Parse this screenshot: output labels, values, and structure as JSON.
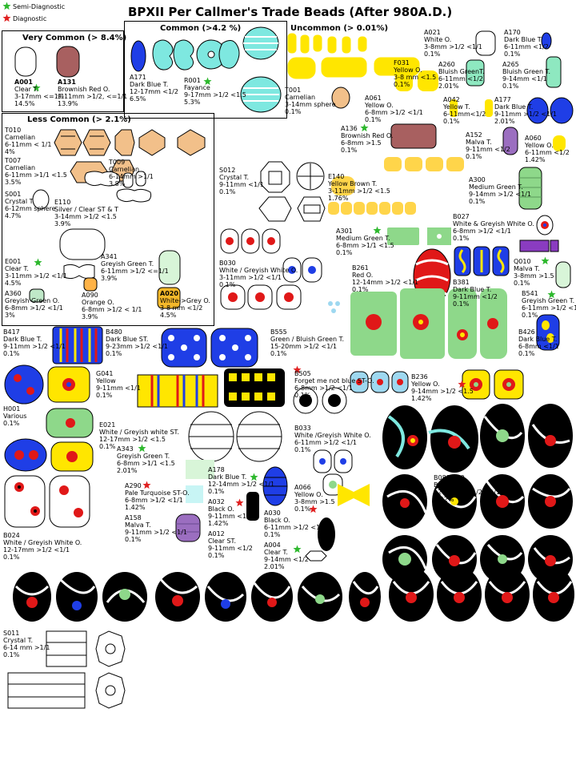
{
  "title": "BPXII Per Callmer's Trade Beads (After 980A.D.)",
  "legend": {
    "semi": "Semi-Diagnostic",
    "diag": "Diagnostic"
  },
  "colors": {
    "semi_star": "#2db82d",
    "diag_star": "#e02020",
    "carnelian": "#f2c08a",
    "dark_blue": "#1f3ee6",
    "yellow": "#ffe600",
    "green": "#8ed88a",
    "brown_red": "#a86060",
    "turquoise": "#7ee8e0",
    "red": "#e01818",
    "black": "#000000"
  },
  "sections": {
    "very_common": "Very Common (> 8.4%)",
    "common": "Common (>4.2 %)",
    "less_common": "Less Common (> 2.1%)",
    "uncommon": "Uncommon (> 0.01%)"
  },
  "beads": {
    "a001": {
      "code": "A001",
      "l1": "Clear T.",
      "l2": "3-17mm <=1/1",
      "l3": "14.5%"
    },
    "a131": {
      "code": "A131",
      "l1": "Brownish Red O.",
      "l2": "9-11mm >1/2, <=1/1",
      "l3": "13.9%"
    },
    "a171": {
      "code": "A171",
      "l1": "Dark Blue T.",
      "l2": "12-17mm <1/2",
      "l3": "6.5%"
    },
    "r001": {
      "code": "R001",
      "l1": "Fayance",
      "l2": "9-17mm >1/2 <1.5",
      "l3": "5.3%"
    },
    "t010": {
      "code": "T010",
      "l1": "Carnelian",
      "l2": "6-11mm < 1/1",
      "l3": "4%"
    },
    "t007": {
      "code": "T007",
      "l1": "Carnelian",
      "l2": "6-11mm >1/1 <1.5",
      "l3": "3.5%"
    },
    "t009": {
      "code": "T009",
      "l1": "Carnelian",
      "l2": "6-14mm >1/1",
      "l3": "3.8%"
    },
    "s001": {
      "code": "S001",
      "l1": "Crystal T.",
      "l2": "6-12mm sphere",
      "l3": "4.7%"
    },
    "e110": {
      "code": "E110",
      "l1": "Silver / Clear ST & T",
      "l2": "3-14mm >1/2 <1.5",
      "l3": "3.9%"
    },
    "e001": {
      "code": "E001",
      "l1": "Clear T.",
      "l2": "3-11mm >1/2 <1/1",
      "l3": "4.5%"
    },
    "a341": {
      "code": "A341",
      "l1": "Greyish Green T.",
      "l2": "6-11mm >1/2 <=1/1",
      "l3": "3.9%"
    },
    "a360": {
      "code": "A360",
      "l1": "Greyish Green O.",
      "l2": "6-8mm >1/2 <1/1",
      "l3": "3%"
    },
    "a090": {
      "code": "A090",
      "l1": "Orange O.",
      "l2": "6-8mm >1/2 < 1/1",
      "l3": "3.9%"
    },
    "a020": {
      "code": "A020",
      "l1": "White->Grey O.",
      "l2": "3-8 mm <1/2",
      "l3": "4.5%"
    },
    "t001": {
      "code": "T001",
      "l1": "Carnelian",
      "l2": "3-14mm sphere",
      "l3": "0.1%"
    },
    "a021": {
      "code": "A021",
      "l1": "White O.",
      "l2": "3-8mm >1/2 <1/1",
      "l3": "0.1%"
    },
    "a170": {
      "code": "A170",
      "l1": "Dark Blue T.",
      "l2": "6-11mm <1/2",
      "l3": "0.1%"
    },
    "f031": {
      "code": "F031",
      "l1": "Yellow O.",
      "l2": "3-8 mm <1.5",
      "l3": "0.1%"
    },
    "a260": {
      "code": "A260",
      "l1": "Bluish GreenT.",
      "l2": "6-11mm <1/2",
      "l3": "2.01%"
    },
    "a265": {
      "code": "A265",
      "l1": "Bluish Green T.",
      "l2": "9-14mm <1/1",
      "l3": "0.1%"
    },
    "a061": {
      "code": "A061",
      "l1": "Yellow O.",
      "l2": "6-8mm >1/2 <1/1",
      "l3": "0.1%"
    },
    "a042": {
      "code": "A042",
      "l1": "Yellow T.",
      "l2": "6-11mm<1/2",
      "l3": "0.1%"
    },
    "a177": {
      "code": "A177",
      "l1": "Dark Blue T.",
      "l2": "9-11mm >1/2 <1/1",
      "l3": "2.01%"
    },
    "a136": {
      "code": "A136",
      "l1": "Brownish Red O.",
      "l2": "6-8mm >1.5",
      "l3": "0.1%"
    },
    "a152": {
      "code": "A152",
      "l1": "Malva T.",
      "l2": "9-11mm <1/2",
      "l3": "0.1%"
    },
    "a060": {
      "code": "A060",
      "l1": "Yellow O.",
      "l2": "6-11mm <1/2",
      "l3": "1.42%"
    },
    "s012": {
      "code": "S012",
      "l1": "Crystal T.",
      "l2": "9-11mm <1/1",
      "l3": "0.1%"
    },
    "e140": {
      "code": "E140",
      "l1": "Yellow Brown T.",
      "l2": "3-11mm >1/2 <1.5",
      "l3": "1.76%"
    },
    "a300": {
      "code": "A300",
      "l1": "Medium Green T.",
      "l2": "9-14mm >1/2 <1/1",
      "l3": "0.1%"
    },
    "b027": {
      "code": "B027",
      "l1": "White & Greyish White O.",
      "l2": "6-8mm >1/2 <1/1",
      "l3": "0.1%"
    },
    "a301": {
      "code": "A301",
      "l1": "Medium Green T.",
      "l2": "6-8mm >1/1 <1.5",
      "l3": "0.1%"
    },
    "b030": {
      "code": "B030",
      "l1": "White / Greyish White O.",
      "l2": "3-11mm >1/2 <1/1",
      "l3": "0.1%"
    },
    "b261": {
      "code": "B261",
      "l1": "Red O.",
      "l2": "12-14mm >1/2 <1/1",
      "l3": "0.1%"
    },
    "q010": {
      "code": "Q010",
      "l1": "Malva T.",
      "l2": "3-8mm >1.5",
      "l3": "0.1%"
    },
    "b381": {
      "code": "B381",
      "l1": "Dark Blue T.",
      "l2": "9-11mm <1/2",
      "l3": "0.1%"
    },
    "b541": {
      "code": "B541",
      "l1": "Greyish Green T.",
      "l2": "6-11mm >1/2 <1/1",
      "l3": "0.1%"
    },
    "b417": {
      "code": "B417",
      "l1": "Dark Blue T.",
      "l2": "9-11mm >1/2 <1/1",
      "l3": "0.1%"
    },
    "b480": {
      "code": "B480",
      "l1": "Dark Blue ST.",
      "l2": "9-23mm >1/2 <1/1",
      "l3": "0.1%"
    },
    "b555": {
      "code": "B555",
      "l1": "Green / Bluish Green T.",
      "l2": "15-20mm >1/2 <1/1",
      "l3": "0.1%"
    },
    "b426": {
      "code": "B426",
      "l1": "Dark Blue T.",
      "l2": "6-8mm <1/1",
      "l3": "0.1%"
    },
    "g041": {
      "code": "G041",
      "l1": "Yellow",
      "l2": "9-11mm <1/1",
      "l3": "0.1%"
    },
    "b505": {
      "code": "B505",
      "l1": "Forget me not blue ST-O.",
      "l2": "6-8mm >1/2 <1/1",
      "l3": "0.1%"
    },
    "b236": {
      "code": "B236",
      "l1": "Yellow O.",
      "l2": "9-14mm >1/2 <1.5",
      "l3": "1.42%"
    },
    "h001": {
      "code": "H001",
      "l1": "Various",
      "l2": "0.1%",
      "l3": ""
    },
    "e021": {
      "code": "E021",
      "l1": "White / Greyish white ST.",
      "l2": "12-17mm >1/2 <1.5",
      "l3": "0.1%"
    },
    "b033": {
      "code": "B033",
      "l1": "White /Greyish White O.",
      "l2": "6-11mm >1/2 <1/1",
      "l3": "0.1%"
    },
    "a343": {
      "code": "A343",
      "l1": "Greyish Green T.",
      "l2": "6-8mm >1/1 <1.5",
      "l3": "2.01%"
    },
    "a178": {
      "code": "A178",
      "l1": "Dark Blue T.",
      "l2": "12-14mm >1/2 <1/1",
      "l3": "0.1%"
    },
    "a290": {
      "code": "A290",
      "l1": "Pale Turquoise ST-O.",
      "l2": "6-8mm >1/2 <1/1",
      "l3": "1.42%"
    },
    "a032": {
      "code": "A032",
      "l1": "Black O.",
      "l2": "9-11mm <1/2",
      "l3": "1.42%"
    },
    "a066": {
      "code": "A066",
      "l1": "Yellow O.",
      "l2": "3-8mm >1.5",
      "l3": "0.1%"
    },
    "b088": {
      "code": "B088/090",
      "l1": "Black O.",
      "l2": "12-17mm >1/2 <1/1",
      "l3": "1.42%"
    },
    "a158": {
      "code": "A158",
      "l1": "Malva T.",
      "l2": "9-11mm >1/2 <1/1",
      "l3": "0.1%"
    },
    "a012": {
      "code": "A012",
      "l1": "Clear ST.",
      "l2": "9-11mm <1/2",
      "l3": "0.1%"
    },
    "a030": {
      "code": "A030",
      "l1": "Black O.",
      "l2": "6-11mm >1/2 <1/1",
      "l3": "0.1%"
    },
    "a004": {
      "code": "A004",
      "l1": "Clear T.",
      "l2": "9-14mm <1/2",
      "l3": "2.01%"
    },
    "b024": {
      "code": "B024",
      "l1": "White / Greyish White O.",
      "l2": "12-17mm >1/2 <1/1",
      "l3": "0.1%"
    },
    "s011": {
      "code": "S011",
      "l1": "Crystal T.",
      "l2": "6-14 mm >1/1",
      "l3": "0.1%"
    }
  }
}
